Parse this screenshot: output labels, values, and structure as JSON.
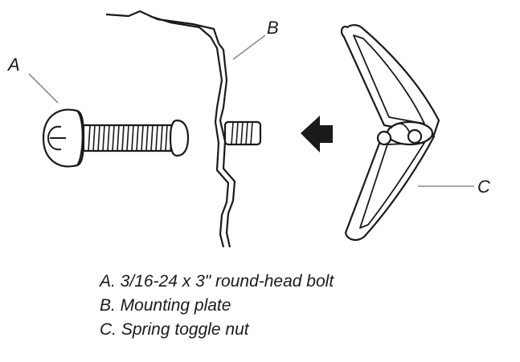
{
  "callouts": {
    "a": "A",
    "b": "B",
    "c": "C"
  },
  "legend": {
    "items": [
      "A. 3/16-24 x 3\" round-head bolt",
      "B. Mounting plate",
      "C. Spring toggle nut"
    ]
  },
  "colors": {
    "ink": "#1a1a1a",
    "leader": "#8c8c8c",
    "background": "#ffffff"
  }
}
